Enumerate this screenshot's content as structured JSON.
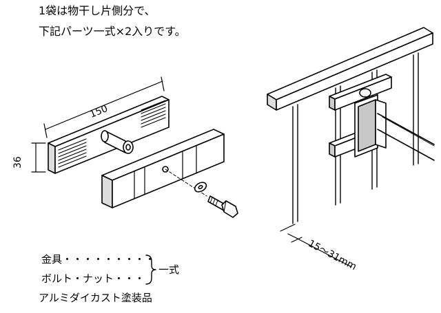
{
  "header_note": {
    "line1": "1袋は物干し片側分で、",
    "line2": "下記パーツ一式×2入りです。"
  },
  "dimensions": {
    "length_mm": "150",
    "height_mm": "36",
    "rail_range": "15～31mm"
  },
  "parts_list": {
    "item1": "金具・・・・・・・・・",
    "item2": "ボルト・ナット・・・",
    "group_label": "一式",
    "material": "アルミダイカスト塗装品"
  },
  "colors": {
    "line": "#000000",
    "fill_light": "#ffffff",
    "fill_dark": "#c8c8c8",
    "fill_mid": "#e2e2e2"
  }
}
